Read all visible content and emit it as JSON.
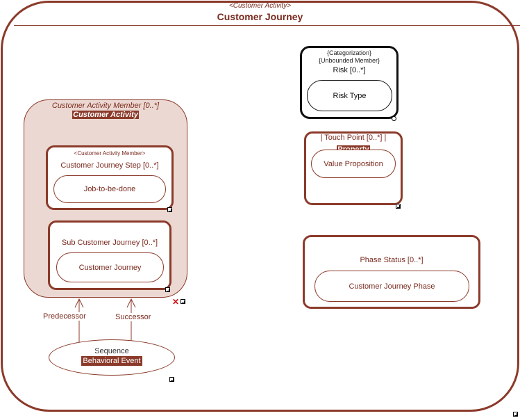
{
  "diagram": {
    "stereotype": "<Customer Activity>",
    "title": "Customer Journey"
  },
  "activity_member": {
    "label": "Customer Activity Member [0..*]",
    "type_label": "Customer Activity"
  },
  "journey_step": {
    "stereotype": "<Customer Activity Member>",
    "label": "Customer Journey Step [0..*]",
    "type": "Job-to-be-done"
  },
  "sub_journey": {
    "label": "Sub Customer Journey [0..*]",
    "type": "Customer Journey"
  },
  "sequence": {
    "label": "Sequence",
    "type_label": "Behavioral Event",
    "predecessor": "Predecessor",
    "successor": "Successor"
  },
  "risk": {
    "stereotype1": "{Categorization}",
    "stereotype2": "{Unbounded Member}",
    "label": "Risk [0..*]",
    "type": "Risk Type"
  },
  "touch_point": {
    "label": "| Touch Point [0..*] |",
    "type_label": "Property",
    "type": "Value Proposition"
  },
  "phase_status": {
    "label": "Phase Status [0..*]",
    "type": "Customer Journey Phase"
  },
  "colors": {
    "stroke": "#8b3a2a",
    "fill_light": "#ecd8d2",
    "text": "#7a2a1e"
  }
}
